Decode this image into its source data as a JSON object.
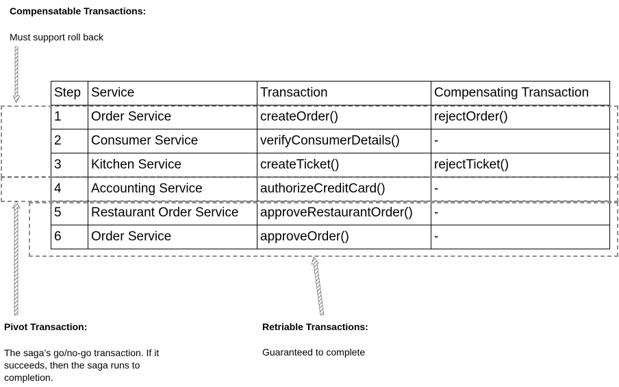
{
  "compensatable": {
    "title": "Compensatable Transactions:",
    "description": "Must support roll back"
  },
  "pivot": {
    "title": "Pivot Transaction:",
    "description": "The saga’s go/no-go transaction. If it succeeds, then the saga runs to completion."
  },
  "retriable": {
    "title": "Retriable Transactions:",
    "description": "Guaranteed to complete"
  },
  "table": {
    "headers": {
      "step": "Step",
      "service": "Service",
      "transaction": "Transaction",
      "compensating": "Compensating Transaction"
    },
    "rows": [
      {
        "step": "1",
        "service": "Order Service",
        "transaction": "createOrder()",
        "compensating": "rejectOrder()"
      },
      {
        "step": "2",
        "service": "Consumer Service",
        "transaction": "verifyConsumerDetails()",
        "compensating": "-"
      },
      {
        "step": "3",
        "service": "Kitchen Service",
        "transaction": "createTicket()",
        "compensating": "rejectTicket()"
      },
      {
        "step": "4",
        "service": "Accounting Service",
        "transaction": "authorizeCreditCard()",
        "compensating": "-"
      },
      {
        "step": "5",
        "service": "Restaurant Order Service",
        "transaction": "approveRestaurantOrder()",
        "compensating": "-"
      },
      {
        "step": "6",
        "service": "Order Service",
        "transaction": "approveOrder()",
        "compensating": "-"
      }
    ]
  },
  "colors": {
    "dashed_outline": "#8c8c8c",
    "arrow": "#555555",
    "text": "#000000"
  }
}
